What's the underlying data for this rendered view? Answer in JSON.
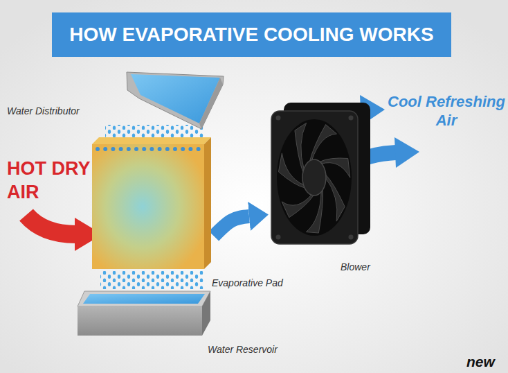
{
  "diagram": {
    "title": "HOW EVAPORATIVE COOLING WORKS",
    "nodes": [
      {
        "text": [
          "Water Distributor"
        ]
      },
      {
        "text": [
          "Evaporative Pad"
        ]
      },
      {
        "text": [
          "Blower"
        ]
      },
      {
        "text": [
          "Water Reservoir"
        ]
      }
    ],
    "edges": [
      {
        "from": 1,
        "to": 2,
        "arrow": "to"
      }
    ],
    "labels": [
      "HOT DRY AIR",
      "Cool Refreshing Air",
      "new"
    ]
  }
}
